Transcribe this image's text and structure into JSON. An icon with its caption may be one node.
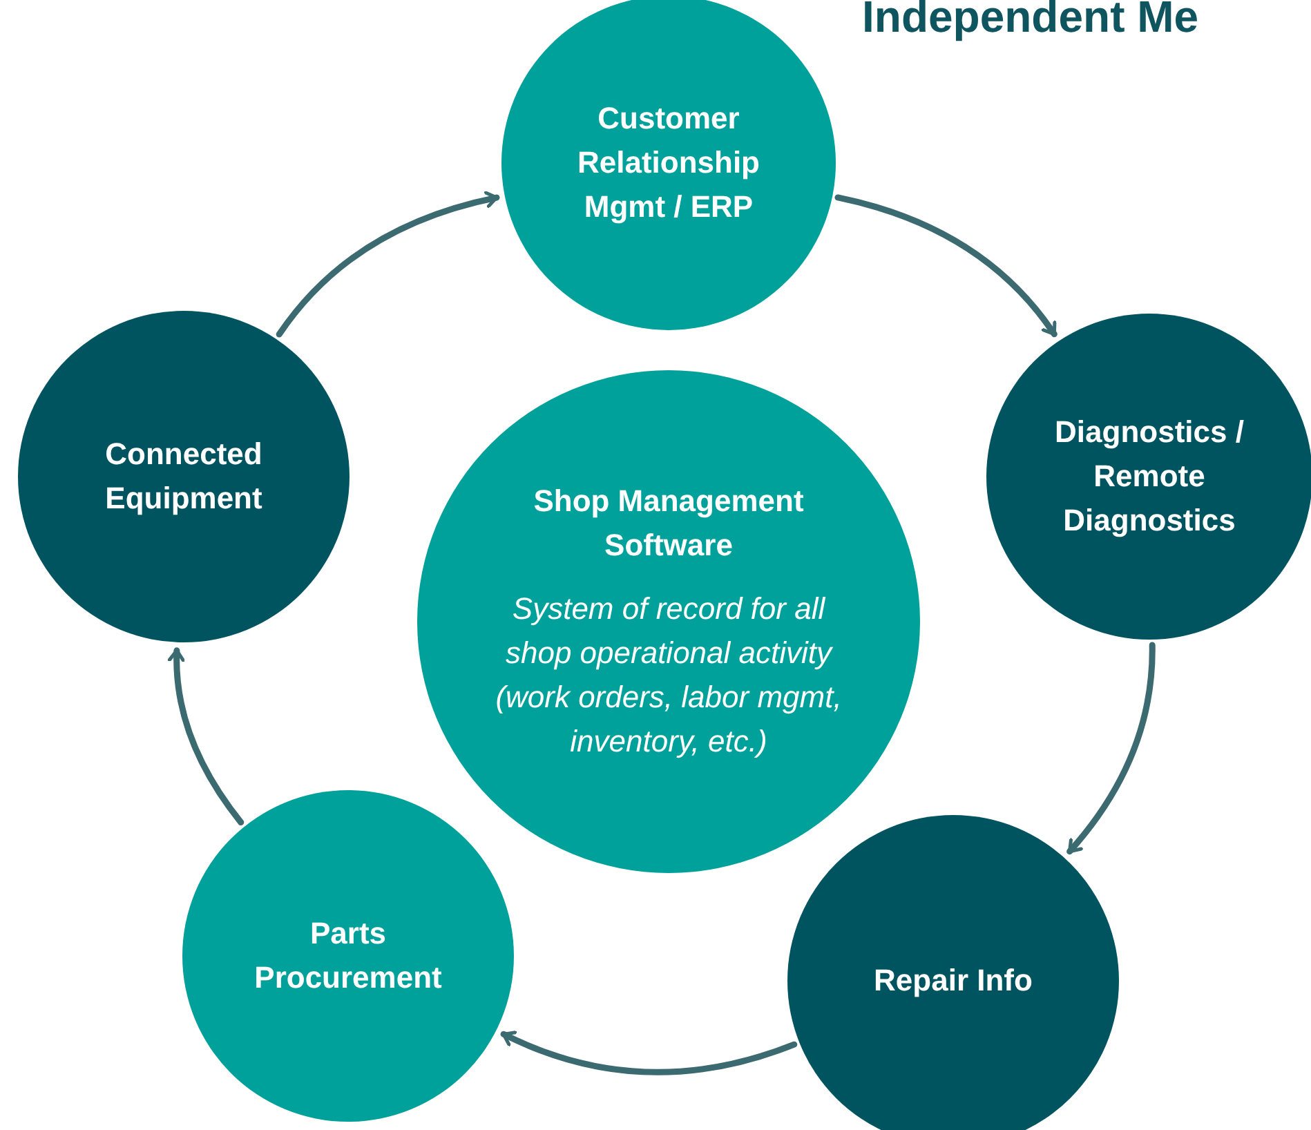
{
  "diagram": {
    "title": "Independent Me",
    "nodes": [
      {
        "text": [
          "Customer Relationship Mgmt / ERP"
        ]
      },
      {
        "text": [
          "Diagnostics / Remote Diagnostics"
        ]
      },
      {
        "text": [
          "Repair Info"
        ]
      },
      {
        "text": [
          "Parts Procurement"
        ]
      },
      {
        "text": [
          "Connected Equipment"
        ]
      },
      {
        "text": [
          "Shop Management Software",
          "System of record for all shop operational activity (work orders, labor mgmt, inventory, etc.)"
        ]
      }
    ],
    "edges": [
      {
        "from": 4,
        "to": 0,
        "arrow": "to"
      },
      {
        "from": 0,
        "to": 1,
        "arrow": "to"
      },
      {
        "from": 1,
        "to": 2,
        "arrow": "to"
      },
      {
        "from": 2,
        "to": 3,
        "arrow": "to"
      },
      {
        "from": 3,
        "to": 4,
        "arrow": "to"
      }
    ]
  }
}
